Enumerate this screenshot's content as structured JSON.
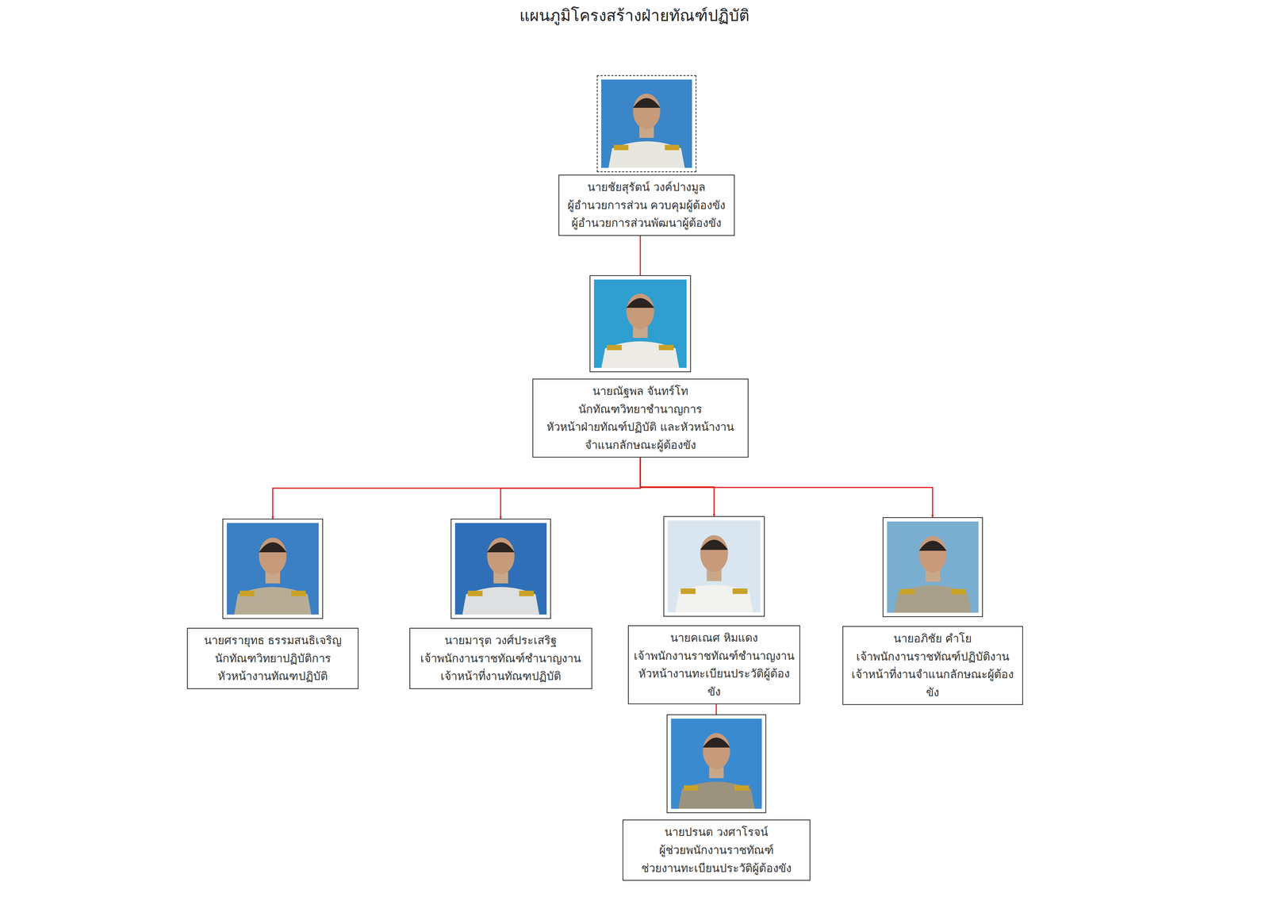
{
  "diagram": {
    "title": "แผนภูมิโครงสร้างฝ่ายทัณฑ์ปฏิบัติ",
    "nodes": [
      {
        "text": [
          "นายชัยสุรัตน์ วงค์ปางมูล",
          "ผู้อำนวยการส่วน ควบคุมผู้ต้องขัง",
          "ผู้อำนวยการส่วนพัฒนาผู้ต้องขัง"
        ]
      },
      {
        "text": [
          "นายณัฐพล จันทร์โท",
          "นักทัณฑวิทยาชำนาญการ",
          "หัวหน้าฝ่ายทัณฑ์ปฏิบัติ และหัวหน้างาน จำแนกลักษณะผู้ต้องขัง"
        ]
      },
      {
        "text": [
          "นายศรายุทธ ธรรมสนธิเจริญ",
          "นักทัณฑวิทยาปฏิบัติการ",
          "หัวหน้างานทัณฑปฏิบัติ"
        ]
      },
      {
        "text": [
          "นายมารุต วงศ์ประเสริฐ",
          "เจ้าพนักงานราชทัณฑ์ชำนาญงาน",
          "เจ้าหน้าที่งานทัณฑปฏิบัติ"
        ]
      },
      {
        "text": [
          "นายคเณศ หิมแดง",
          "เจ้าพนักงานราชทัณฑ์ชำนาญงาน",
          "หัวหน้างานทะเบียนประวัติผู้ต้องขัง"
        ]
      },
      {
        "text": [
          "นายอภิชัย คำโย",
          "เจ้าพนักงานราชทัณฑ์ปฏิบัติงาน",
          "เจ้าหน้าที่งานจำแนกลักษณะผู้ต้องขัง"
        ]
      },
      {
        "text": [
          "นายปรนต วงศาโรจน์",
          "ผู้ช่วยพนักงานราชทัณฑ์",
          "ช่วยงานทะเบียนประวัติผู้ต้องขัง"
        ]
      }
    ],
    "edges": [
      {
        "from": 0,
        "to": 1,
        "arrow": "none"
      },
      {
        "from": 1,
        "to": 2,
        "arrow": "to"
      },
      {
        "from": 1,
        "to": 3,
        "arrow": "to"
      },
      {
        "from": 1,
        "to": 4,
        "arrow": "to"
      },
      {
        "from": 1,
        "to": 5,
        "arrow": "to"
      },
      {
        "from": 4,
        "to": 6,
        "arrow": "none"
      }
    ]
  }
}
